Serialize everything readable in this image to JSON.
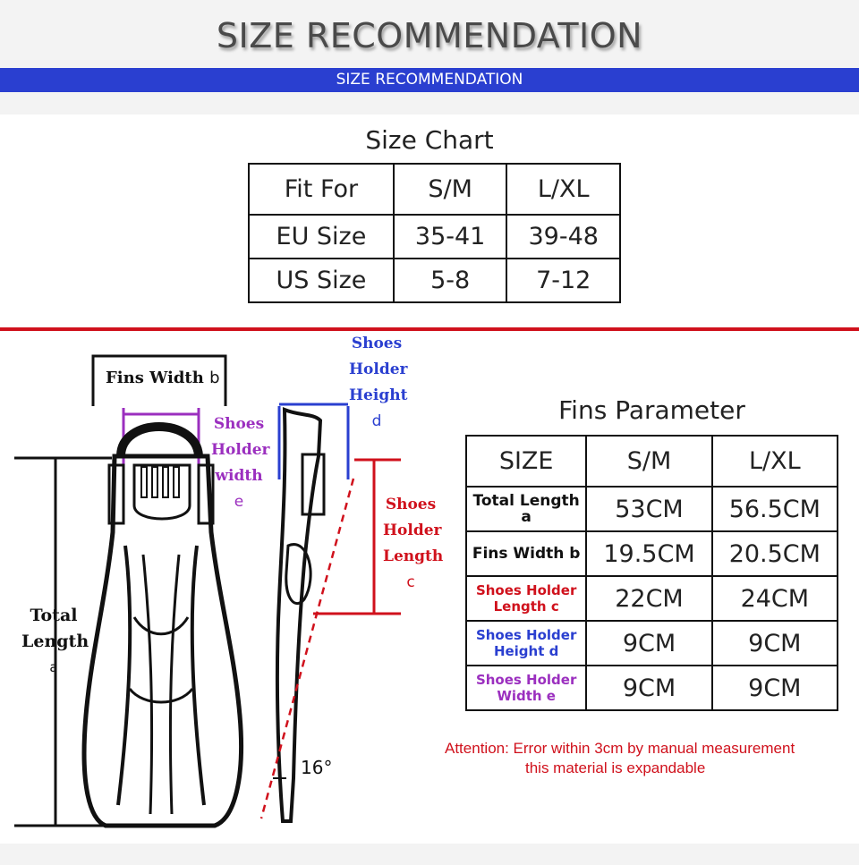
{
  "header": {
    "title": "SIZE  RECOMMENDATION",
    "bar_text": "SIZE RECOMMENDATION",
    "bar_color": "#2a3fd0"
  },
  "size_chart": {
    "title": "Size Chart",
    "rows": [
      [
        "Fit For",
        "S/M",
        "L/XL"
      ],
      [
        "EU Size",
        "35-41",
        "39-48"
      ],
      [
        "US Size",
        "5-8",
        "7-12"
      ]
    ]
  },
  "diagram": {
    "fins_width_label": "Fins Width",
    "fins_width_letter": "b",
    "total_length_label_1": "Total",
    "total_length_label_2": "Length",
    "total_length_letter": "a",
    "shoes_holder_width": [
      "Shoes",
      "Holder",
      "width"
    ],
    "shoes_holder_width_letter": "e",
    "shoes_holder_height": [
      "Shoes",
      "Holder",
      "Height"
    ],
    "shoes_holder_height_letter": "d",
    "shoes_holder_length": [
      "Shoes",
      "Holder",
      "Length"
    ],
    "shoes_holder_length_letter": "c",
    "angle": "16°",
    "colors": {
      "purple": "#9b2fbf",
      "blue": "#2a3fd0",
      "red": "#d0111c"
    }
  },
  "fins_parameter": {
    "title": "Fins Parameter",
    "header": [
      "SIZE",
      "S/M",
      "L/XL"
    ],
    "rows": [
      {
        "label": "Total Length a",
        "sm": "53CM",
        "lxl": "56.5CM"
      },
      {
        "label": "Fins Width b",
        "sm": "19.5CM",
        "lxl": "20.5CM"
      },
      {
        "label_1": "Shoes Holder",
        "label_2": "Length c",
        "sm": "22CM",
        "lxl": "24CM"
      },
      {
        "label_1": "Shoes Holder",
        "label_2": "Height d",
        "sm": "9CM",
        "lxl": "9CM"
      },
      {
        "label_1": "Shoes Holder",
        "label_2": "Width e",
        "sm": "9CM",
        "lxl": "9CM"
      }
    ]
  },
  "attention": {
    "line1": "Attention: Error within 3cm by manual measurement",
    "line2": "this material is expandable"
  }
}
